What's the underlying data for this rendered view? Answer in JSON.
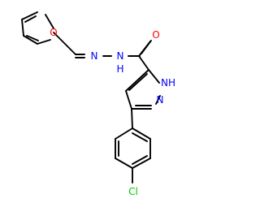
{
  "molecule": {
    "atoms": {
      "furan_oxygen": {
        "text": "O",
        "color": "#ff0000"
      },
      "imine_nitrogen": {
        "text": "N",
        "color": "#0000ff"
      },
      "hydrazide_nitrogen": {
        "text": "N",
        "color": "#0000ff"
      },
      "hydrazide_h": {
        "text": "H",
        "color": "#0000ff"
      },
      "carbonyl_oxygen": {
        "text": "O",
        "color": "#ff0000"
      },
      "pyrazole_nh": {
        "text": "NH",
        "color": "#0000ff"
      },
      "pyrazole_n": {
        "text": "N",
        "color": "#0000ff"
      },
      "chlorine": {
        "text": "Cl",
        "color": "#00cc00"
      }
    }
  }
}
